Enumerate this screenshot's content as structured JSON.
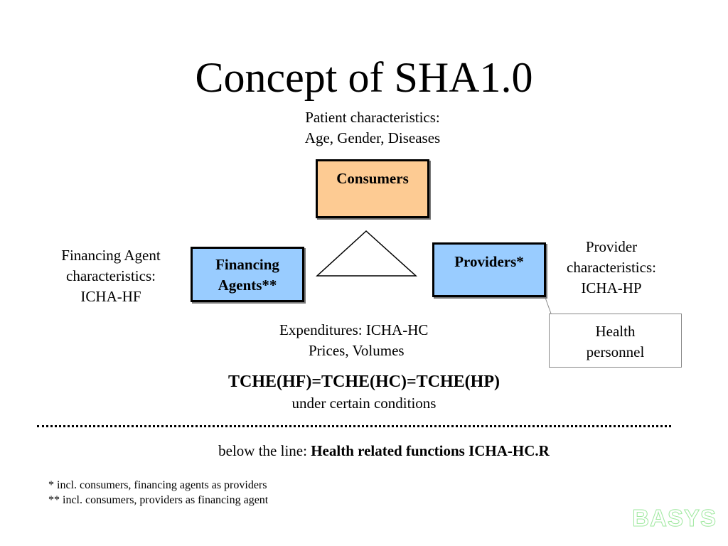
{
  "title": "Concept of SHA1.0",
  "patient": {
    "line1": "Patient characteristics:",
    "line2": "Age, Gender, Diseases"
  },
  "boxes": {
    "consumers": "Consumers",
    "financing_line1": "Financing",
    "financing_line2": "Agents**",
    "providers": "Providers*",
    "personnel_line1": "Health",
    "personnel_line2": "personnel"
  },
  "financing_characteristics": {
    "line1": "Financing Agent",
    "line2": "characteristics:",
    "line3": "ICHA-HF"
  },
  "provider_characteristics": {
    "line1": "Provider",
    "line2": "characteristics:",
    "line3": "ICHA-HP"
  },
  "expenditures": {
    "line1": "Expenditures: ICHA-HC",
    "line2": "Prices, Volumes"
  },
  "formula": "TCHE(HF)=TCHE(HC)=TCHE(HP)",
  "conditions": "under certain conditions",
  "below_line": {
    "prefix": "below the line: ",
    "bold": "Health related functions ICHA-HC.R"
  },
  "footnotes": [
    "* incl. consumers, financing agents as providers",
    "** incl. consumers, providers as financing agent"
  ],
  "logo": "BASYS",
  "colors": {
    "consumers_fill": "#fdcb93",
    "agents_fill": "#99ccff",
    "logo_outline": "#9ee89e"
  }
}
